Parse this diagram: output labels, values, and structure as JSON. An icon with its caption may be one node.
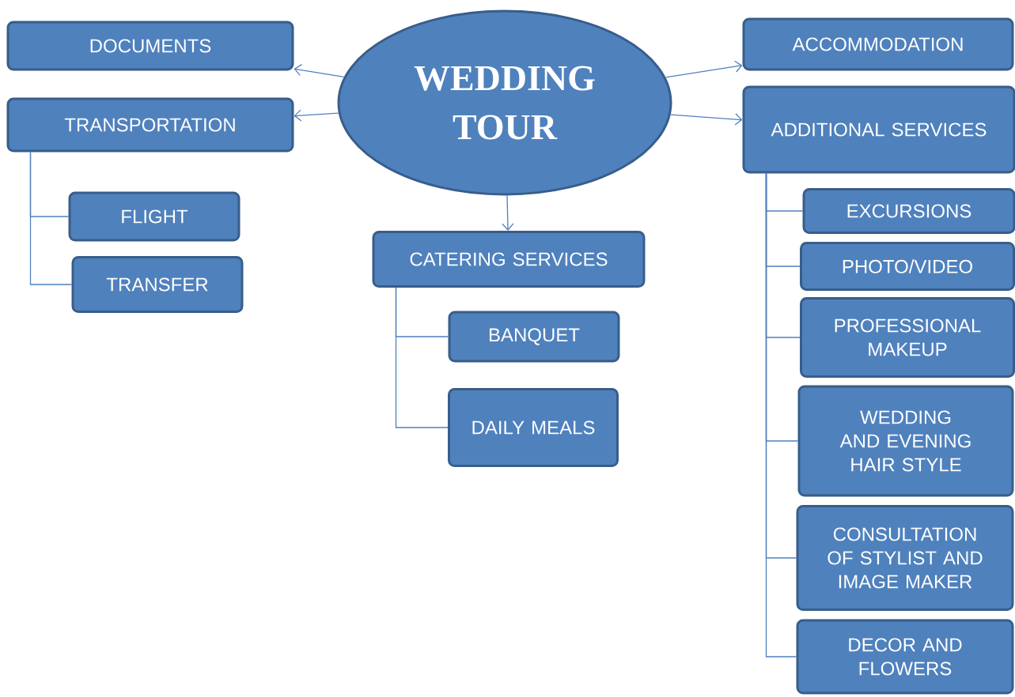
{
  "diagram": {
    "nodes": [
      {
        "text": [
          "WEDDING TOUR"
        ]
      },
      {
        "text": [
          "DOCUMENTS"
        ]
      },
      {
        "text": [
          "TRANSPORTATION"
        ]
      },
      {
        "text": [
          "FLIGHT"
        ]
      },
      {
        "text": [
          "TRANSFER"
        ]
      },
      {
        "text": [
          "CATERING SERVICES"
        ]
      },
      {
        "text": [
          "BANQUET"
        ]
      },
      {
        "text": [
          "DAILY MEALS"
        ]
      },
      {
        "text": [
          "ACCOMMODATION"
        ]
      },
      {
        "text": [
          "ADDITIONAL SERVICES"
        ]
      },
      {
        "text": [
          "EXCURSIONS"
        ]
      },
      {
        "text": [
          "PHOTO/VIDEO"
        ]
      },
      {
        "text": [
          "PROFESSIONAL MAKEUP"
        ]
      },
      {
        "text": [
          "WEDDING AND EVENING HAIR STYLE"
        ]
      },
      {
        "text": [
          "CONSULTATION OF STYLIST AND IMAGE MAKER"
        ]
      },
      {
        "text": [
          "DECOR AND FLOWERS"
        ]
      }
    ],
    "edges": [
      {
        "from": 0,
        "to": 1,
        "arrow": "to"
      },
      {
        "from": 0,
        "to": 2,
        "arrow": "to"
      },
      {
        "from": 0,
        "to": 5,
        "arrow": "to"
      },
      {
        "from": 0,
        "to": 8,
        "arrow": "to"
      },
      {
        "from": 0,
        "to": 9,
        "arrow": "to"
      },
      {
        "from": 2,
        "to": 3,
        "arrow": "none"
      },
      {
        "from": 2,
        "to": 4,
        "arrow": "none"
      },
      {
        "from": 5,
        "to": 6,
        "arrow": "none"
      },
      {
        "from": 5,
        "to": 7,
        "arrow": "none"
      },
      {
        "from": 9,
        "to": 10,
        "arrow": "none"
      },
      {
        "from": 9,
        "to": 11,
        "arrow": "none"
      },
      {
        "from": 9,
        "to": 12,
        "arrow": "none"
      },
      {
        "from": 9,
        "to": 13,
        "arrow": "none"
      },
      {
        "from": 9,
        "to": 14,
        "arrow": "none"
      },
      {
        "from": 9,
        "to": 15,
        "arrow": "none"
      }
    ]
  }
}
